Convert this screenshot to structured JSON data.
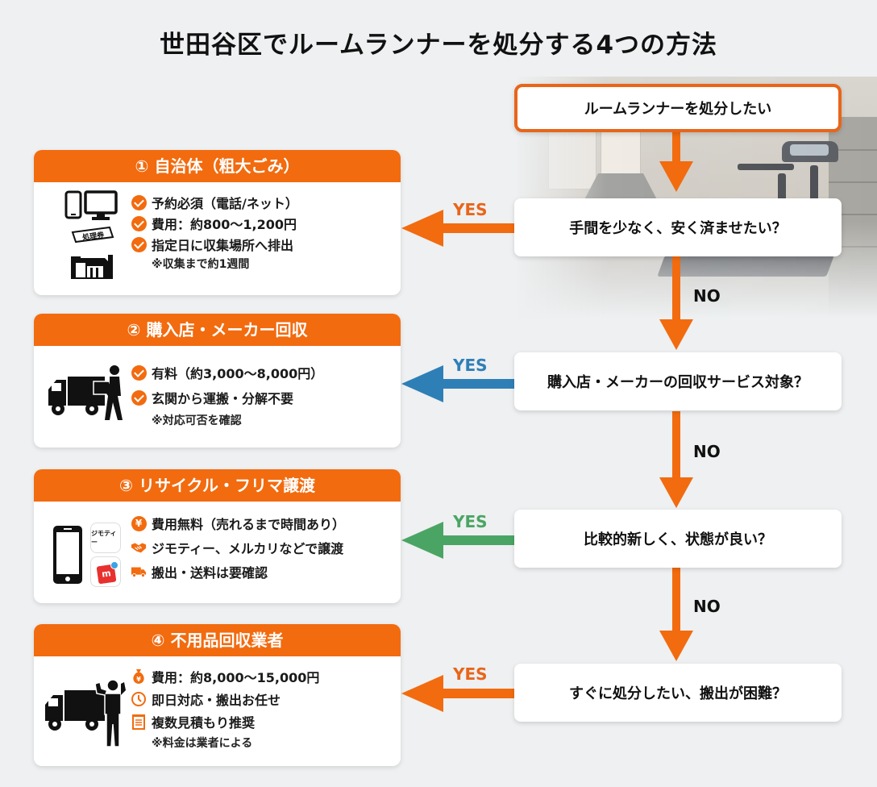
{
  "title": "世田谷区でルームランナーを処分する4つの方法",
  "colors": {
    "orange": "#f26b0f",
    "blue": "#2f7fb7",
    "green": "#4aa564",
    "background": "#eef0f1"
  },
  "flow": {
    "start": "ルームランナーを処分したい",
    "questions": [
      {
        "text": "手間を少なく、安く済ませたい？",
        "yes_label": "YES",
        "no_label": "NO",
        "yes_color": "orange"
      },
      {
        "text": "購入店・メーカーの回収サービス対象？",
        "yes_label": "YES",
        "no_label": "NO",
        "yes_color": "blue"
      },
      {
        "text": "比較的新しく、状態が良い？",
        "yes_label": "YES",
        "no_label": "NO",
        "yes_color": "green"
      },
      {
        "text": "すぐに処分したい、搬出が困難？",
        "yes_label": "YES",
        "yes_color": "orange"
      }
    ]
  },
  "methods": [
    {
      "header": "① 自治体（粗大ごみ）",
      "icons": [
        "smartphone-icon",
        "monitor-icon",
        "ticket-icon",
        "collection-point-icon"
      ],
      "ticket_text": "処理券",
      "items": [
        {
          "icon": "check-icon",
          "text": "予約必須（電話/ネット）"
        },
        {
          "icon": "check-icon",
          "text": "費用：約800〜1,200円"
        },
        {
          "icon": "check-icon",
          "text": "指定日に収集場所へ排出"
        }
      ],
      "note": "※収集まで約1週間"
    },
    {
      "header": "② 購入店・メーカー回収",
      "icons": [
        "truck-with-worker-icon"
      ],
      "items": [
        {
          "icon": "check-icon",
          "text": "有料（約3,000〜8,000円）"
        },
        {
          "icon": "check-icon",
          "text": "玄関から運搬・分解不要"
        }
      ],
      "note": "※対応可否を確認"
    },
    {
      "header": "③ リサイクル・フリマ譲渡",
      "icons": [
        "smartphone-icon",
        "jimoty-app-icon",
        "mercari-app-icon"
      ],
      "jimoty_label": "ジモティー",
      "mercari_label": "m",
      "items": [
        {
          "icon": "yen-icon",
          "text": "費用無料（売れるまで時間あり）"
        },
        {
          "icon": "handshake-icon",
          "text": "ジモティー、メルカリなどで譲渡"
        },
        {
          "icon": "delivery-truck-icon",
          "text": "搬出・送料は要確認"
        }
      ]
    },
    {
      "header": "④ 不用品回収業者",
      "icons": [
        "truck-with-strong-worker-icon"
      ],
      "items": [
        {
          "icon": "money-bag-icon",
          "text": "費用：約8,000〜15,000円"
        },
        {
          "icon": "clock-icon",
          "text": "即日対応・搬出お任せ"
        },
        {
          "icon": "document-icon",
          "text": "複数見積もり推奨"
        }
      ],
      "note": "※料金は業者による"
    }
  ]
}
